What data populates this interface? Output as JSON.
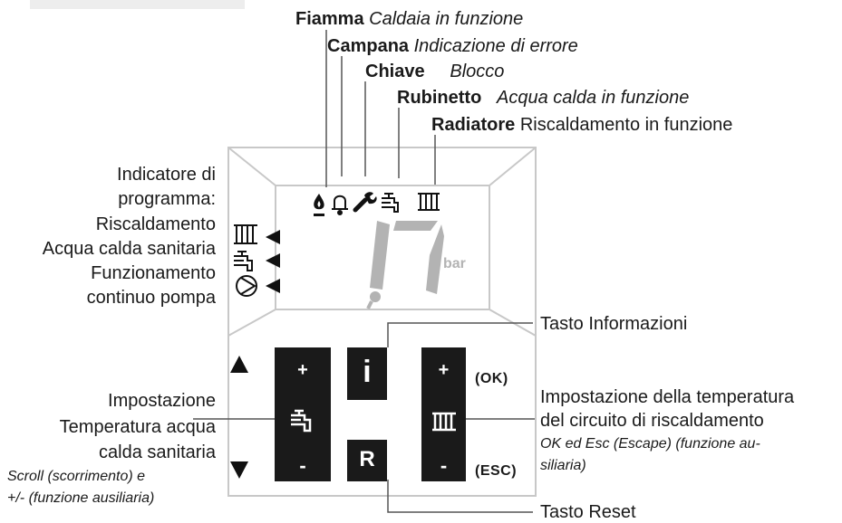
{
  "legend": [
    {
      "name": "Fiamma",
      "desc": "Caldaia in funzione"
    },
    {
      "name": "Campana",
      "desc": "Indicazione di errore"
    },
    {
      "name": "Chiave",
      "desc": "Blocco"
    },
    {
      "name": "Rubinetto",
      "desc": "Acqua calda in funzione"
    },
    {
      "name": "Radiatore",
      "desc": "Riscaldamento in funzione"
    }
  ],
  "program_indicator": {
    "lines": [
      "Indicatore di",
      "programma:",
      "Riscaldamento",
      "Acqua calda sanitaria",
      "Funzionamento",
      "continuo pompa"
    ]
  },
  "display": {
    "value": "1,7",
    "unit": "bar"
  },
  "icons": [
    "flame-icon",
    "bell-icon",
    "wrench-icon",
    "tap-icon",
    "radiator-icon",
    "pump-icon"
  ],
  "buttons": {
    "plus": "+",
    "minus": "-",
    "info": "i",
    "reset": "R",
    "ok": "(OK)",
    "esc": "(ESC)"
  },
  "labels": {
    "info": "Tasto Informazioni",
    "reset": "Tasto Reset",
    "dhw": [
      "Impostazione",
      "Temperatura acqua",
      "calda sanitaria"
    ],
    "dhw_note": [
      "Scroll (scorrimento) e",
      "+/- (funzione ausiliaria)"
    ],
    "heating": [
      "Impostazione della temperatura",
      "del circuito di riscaldamento"
    ],
    "heating_note": [
      "OK ed Esc (Escape) (funzione au-",
      "siliaria)"
    ]
  },
  "colors": {
    "button": "#1a1a1a",
    "segment": "#b3b3b3",
    "frame": "#c8c8c8"
  }
}
